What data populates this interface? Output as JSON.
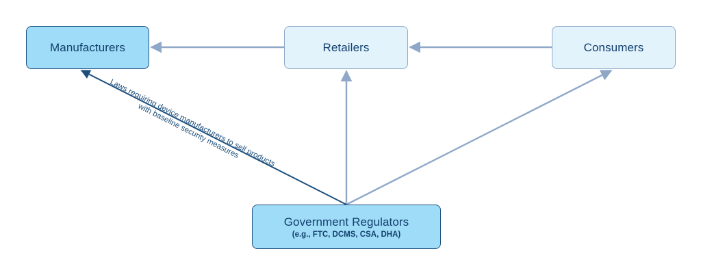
{
  "nodes": {
    "manufacturers": {
      "label": "Manufacturers"
    },
    "retailers": {
      "label": "Retailers"
    },
    "consumers": {
      "label": "Consumers"
    },
    "regulators": {
      "label": "Government Regulators",
      "sublabel": "(e.g., FTC, DCMS, CSA, DHA)"
    }
  },
  "edges": {
    "regulators_to_manufacturers": {
      "annotation_line1": "Laws requiring device manufacturers to sell products",
      "annotation_line2": "with baseline security measures"
    }
  },
  "colors": {
    "strong_fill": "#9fdcf7",
    "light_fill": "#e2f3fc",
    "dark_stroke": "#1d4f7c",
    "light_stroke": "#8fa8c8",
    "text": "#123f6e"
  }
}
